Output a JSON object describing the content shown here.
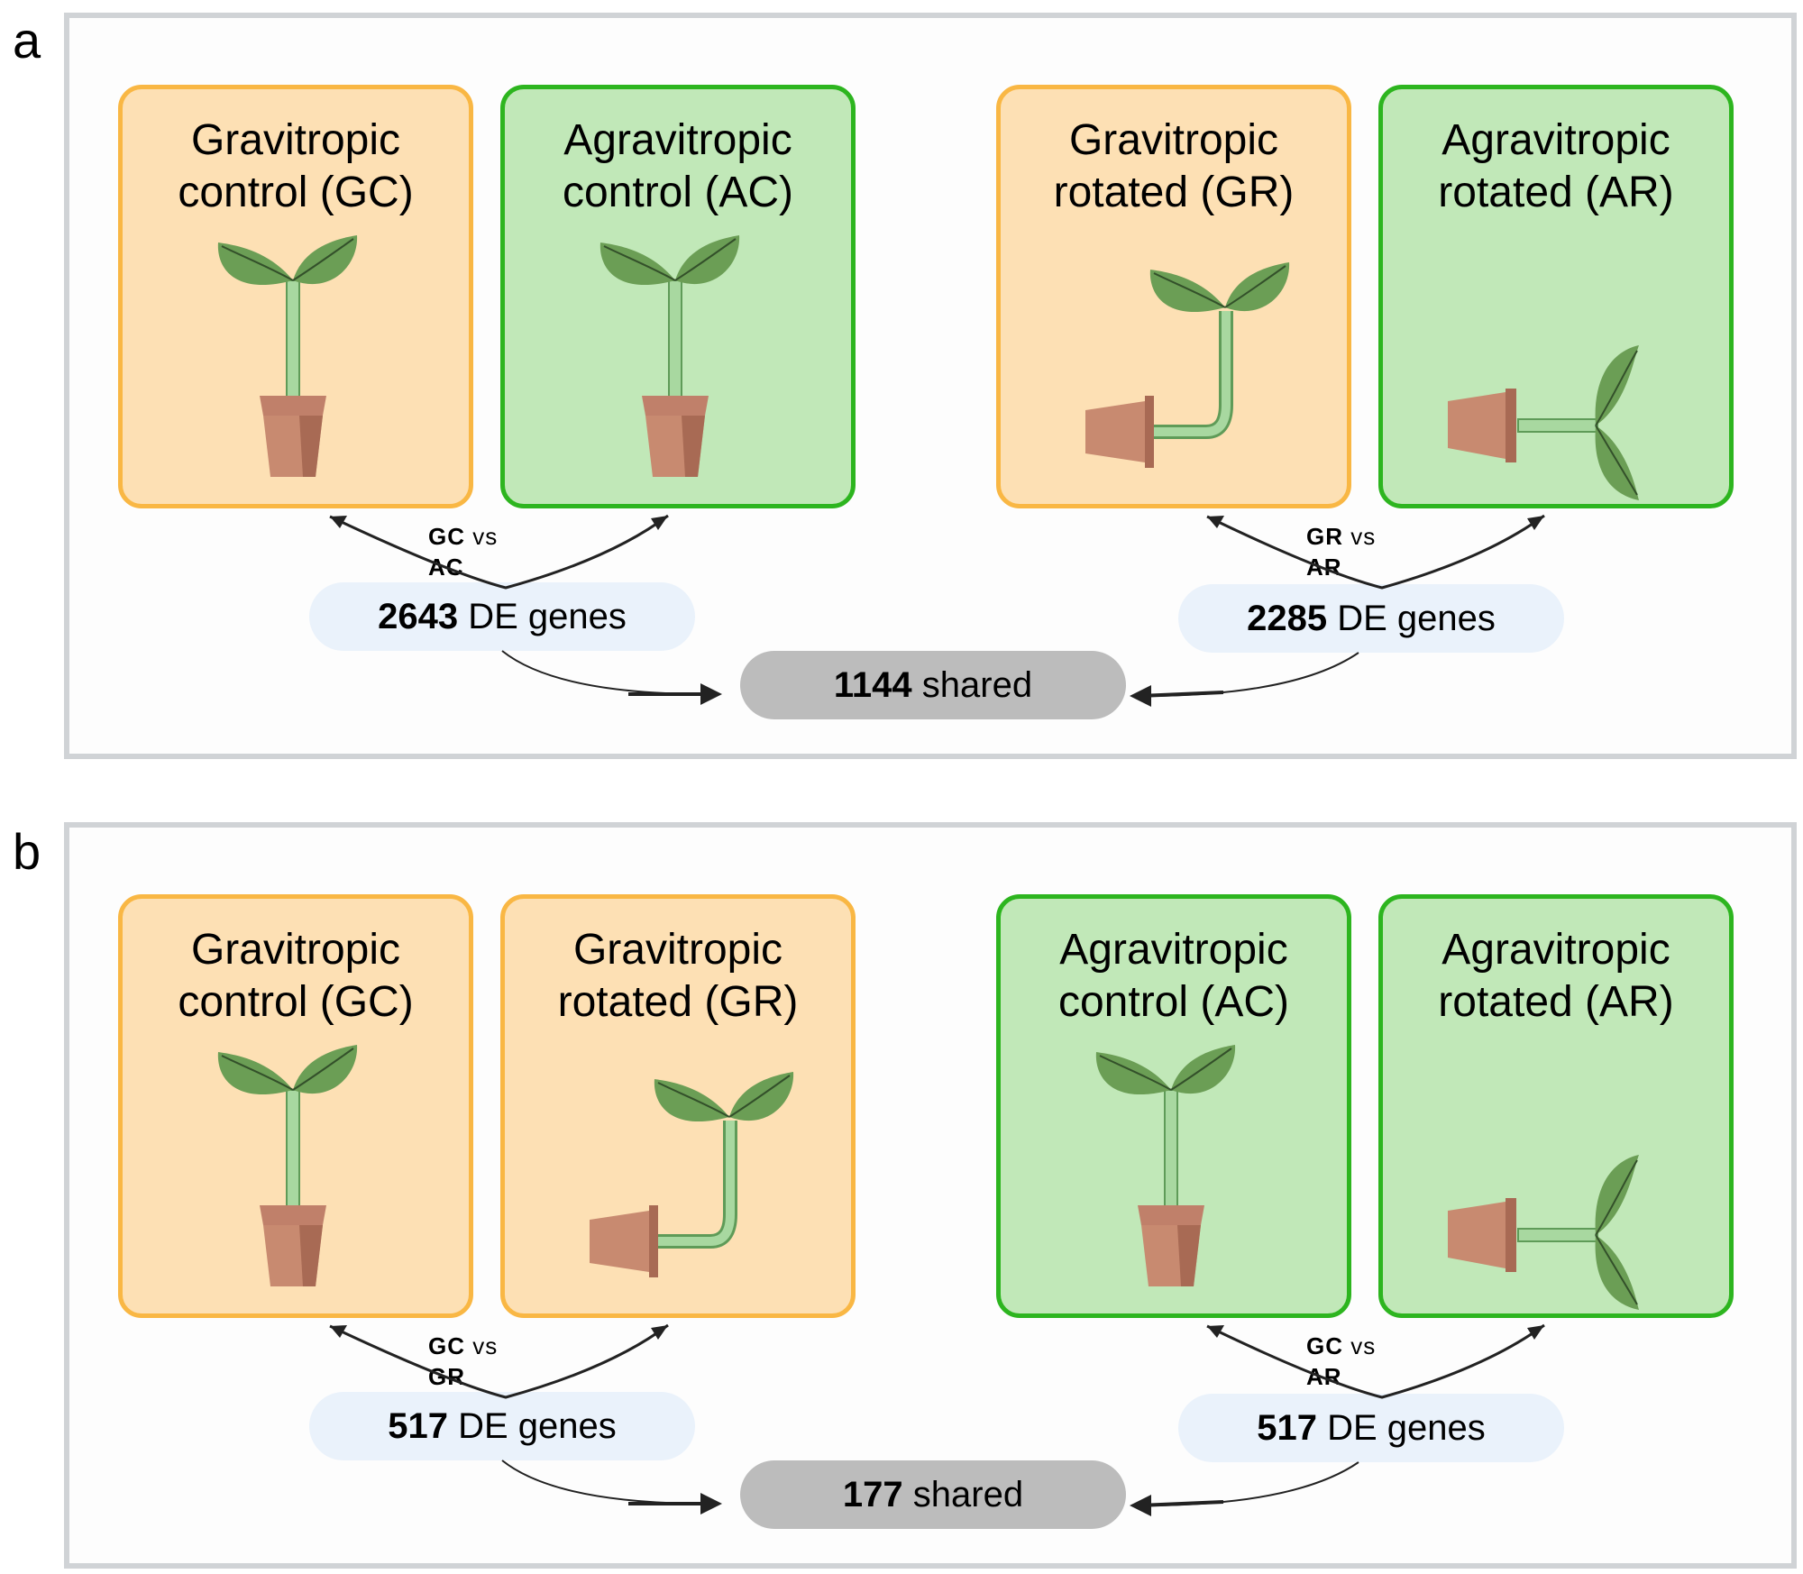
{
  "panels": [
    {
      "letter": "a",
      "cards": [
        {
          "line1": "Gravitropic",
          "line2": "control (GC)",
          "kind": "grav",
          "plant": "upright"
        },
        {
          "line1": "Agravitropic",
          "line2": "control (AC)",
          "kind": "agrav",
          "plant": "upright"
        },
        {
          "line1": "Gravitropic",
          "line2": "rotated (GR)",
          "kind": "grav",
          "plant": "rotated-bent"
        },
        {
          "line1": "Agravitropic",
          "line2": "rotated (AR)",
          "kind": "agrav",
          "plant": "rotated-flat"
        }
      ],
      "comparisons": [
        {
          "a": "GC",
          "vs": "vs",
          "b": "AC",
          "count": "2643",
          "suffix": "DE genes"
        },
        {
          "a": "GR",
          "vs": "vs",
          "b": "AR",
          "count": "2285",
          "suffix": "DE genes"
        }
      ],
      "shared": {
        "count": "1144",
        "suffix": "shared"
      }
    },
    {
      "letter": "b",
      "cards": [
        {
          "line1": "Gravitropic",
          "line2": "control (GC)",
          "kind": "grav",
          "plant": "upright"
        },
        {
          "line1": "Gravitropic",
          "line2": "rotated (GR)",
          "kind": "grav",
          "plant": "rotated-bent"
        },
        {
          "line1": "Agravitropic",
          "line2": "control (AC)",
          "kind": "agrav",
          "plant": "upright"
        },
        {
          "line1": "Agravitropic",
          "line2": "rotated (AR)",
          "kind": "agrav",
          "plant": "rotated-flat"
        }
      ],
      "comparisons": [
        {
          "a": "GC",
          "vs": "vs",
          "b": "GR",
          "count": "517",
          "suffix": "DE genes"
        },
        {
          "a": "GC",
          "vs": "vs",
          "b": "AR",
          "count": "517",
          "suffix": "DE genes"
        }
      ],
      "shared": {
        "count": "177",
        "suffix": "shared"
      }
    }
  ],
  "colors": {
    "gravitropic_fill": "#fde0b4",
    "gravitropic_border": "#f9b744",
    "agravitropic_fill": "#c1e8b8",
    "agravitropic_border": "#2db51f",
    "de_pill": "#eaf2fb",
    "shared_pill": "#bcbcbc",
    "panel_border": "#d0d3d6"
  }
}
